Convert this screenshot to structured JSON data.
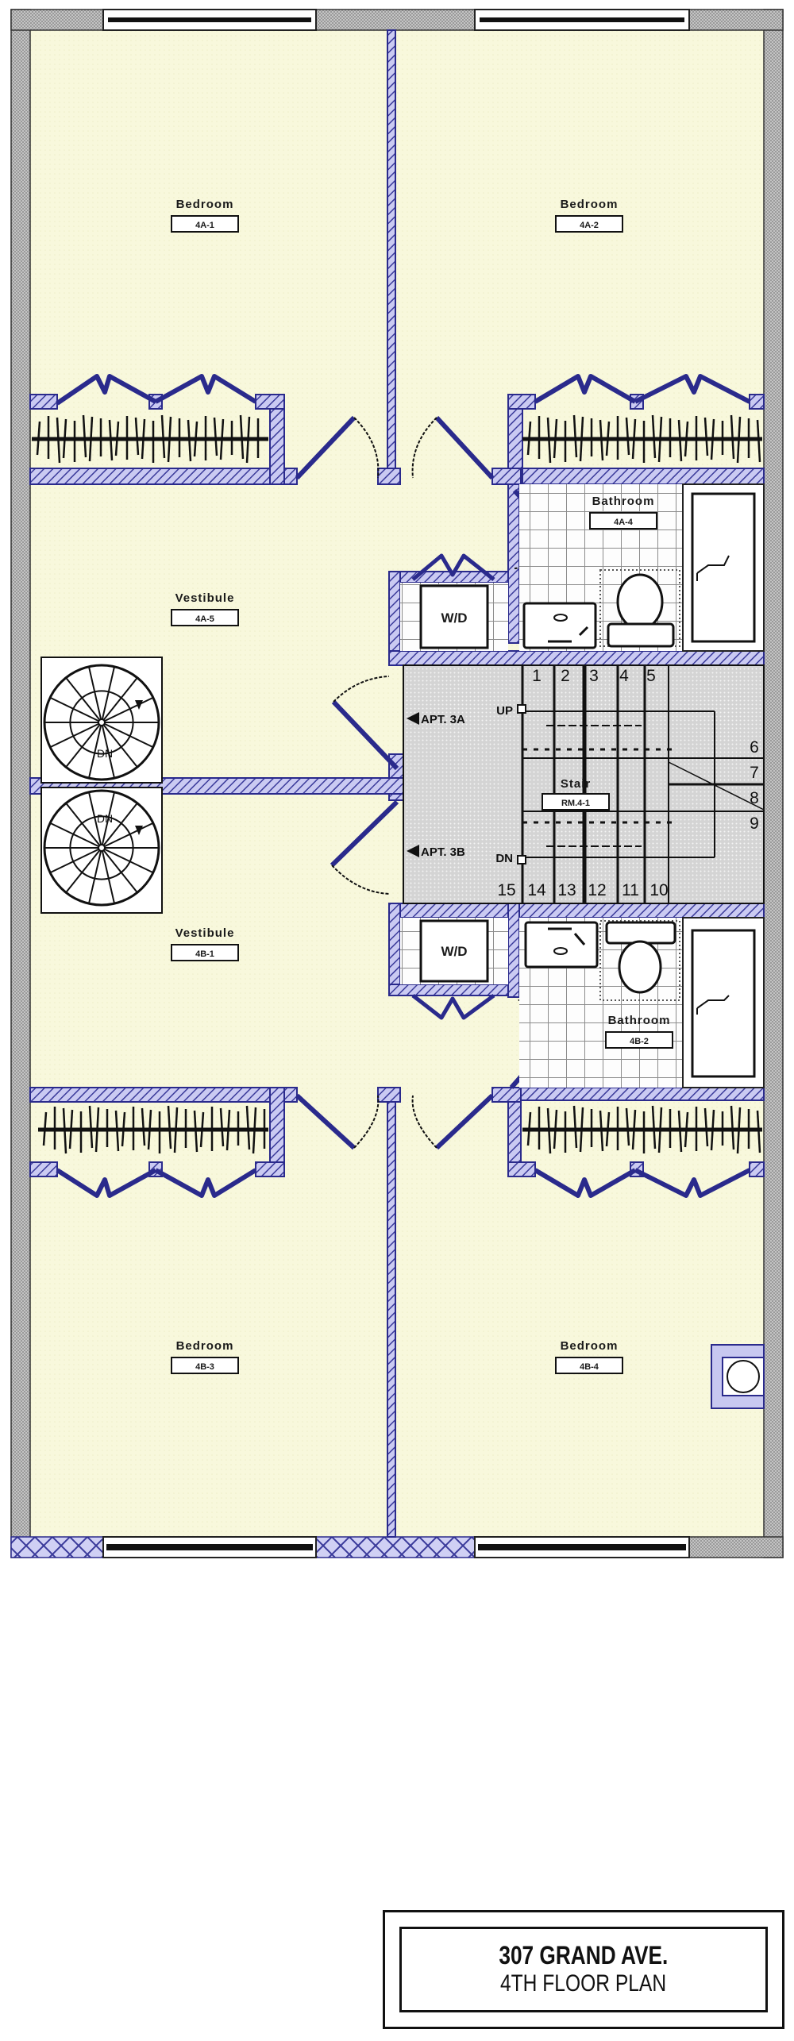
{
  "title_block": {
    "address": "307 GRAND AVE.",
    "sheet_title": "4TH FLOOR PLAN"
  },
  "rooms": [
    {
      "name": "Bedroom",
      "tag": "4A-1"
    },
    {
      "name": "Bedroom",
      "tag": "4A-2"
    },
    {
      "name": "Vestibule",
      "tag": "4A-5"
    },
    {
      "name": "Bathroom",
      "tag": "4A-4"
    },
    {
      "name": "Vestibule",
      "tag": "4B-1"
    },
    {
      "name": "Bathroom",
      "tag": "4B-2"
    },
    {
      "name": "Bedroom",
      "tag": "4B-3"
    },
    {
      "name": "Bedroom",
      "tag": "4B-4"
    },
    {
      "name": "Stair",
      "tag": "RM.4-1"
    }
  ],
  "fixtures": {
    "washer_dryer_label": "W/D",
    "spiral_stair_label": "DN"
  },
  "stair": {
    "up_label": "UP",
    "down_label": "DN",
    "treads_top": [
      "1",
      "2",
      "3",
      "4",
      "5"
    ],
    "treads_right": [
      "6",
      "7",
      "8",
      "9"
    ],
    "treads_bottom": [
      "15",
      "14",
      "13",
      "12",
      "11",
      "10"
    ]
  },
  "apartments": {
    "upper": "APT. 3A",
    "lower": "APT. 3B"
  },
  "colors": {
    "floor": "#f8f8dc",
    "wall_fill": "#c8c8f0",
    "wall_stroke": "#2a2a8c",
    "exterior_wall": "#8a8a8a",
    "stair_floor": "#cfcfcf",
    "tile_line": "#8e8e8e"
  }
}
